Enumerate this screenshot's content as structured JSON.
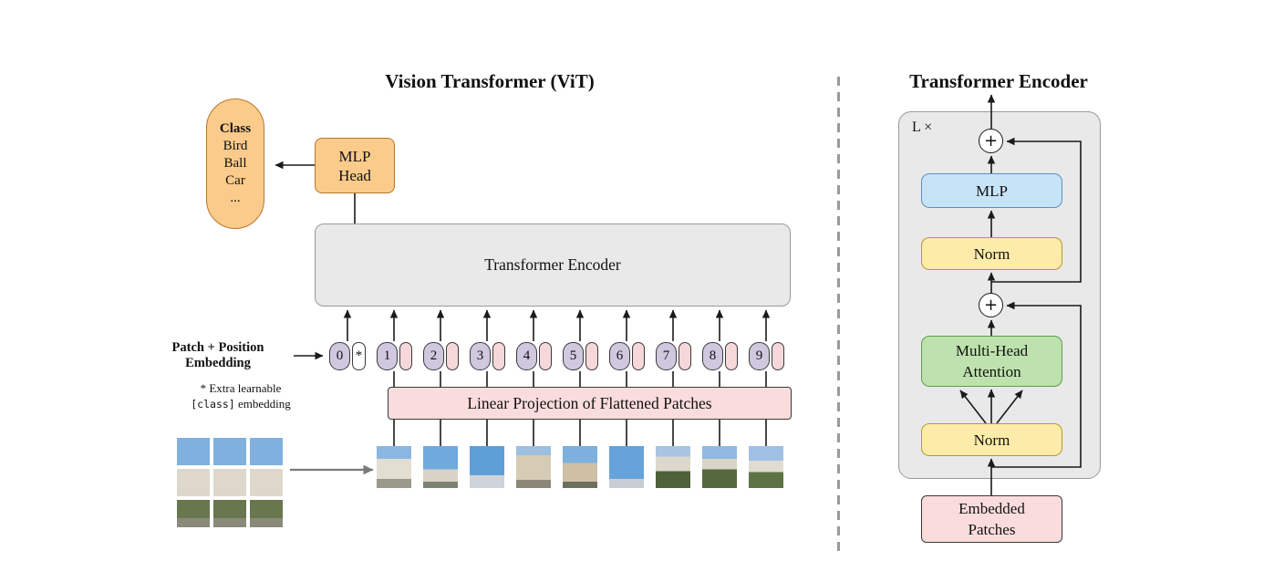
{
  "colors": {
    "orange_fill": "#FBCB8B",
    "orange_border": "#B8762B",
    "gray_fill": "#E9E9EA",
    "gray_border": "#9A9A9A",
    "pink_fill": "#FBDCDC",
    "token_purple_fill": "#CFC8DF",
    "token_pink_fill": "#F6D8DA",
    "blue_fill": "#C7E3F8",
    "yellow_fill": "#FDEBA9",
    "green_fill": "#BEE2AE",
    "line_color": "#1A1A1A",
    "gray_arrow_color": "#7A7A7A"
  },
  "vit": {
    "title": "Vision Transformer (ViT)",
    "class_pill": {
      "heading": "Class",
      "items": [
        "Bird",
        "Ball",
        "Car",
        "..."
      ]
    },
    "mlp_head": {
      "line1": "MLP",
      "line2": "Head"
    },
    "encoder_label": "Transformer Encoder",
    "patch_position_label": {
      "line1": "Patch + Position",
      "line2": "Embedding"
    },
    "footnote": {
      "line1": "* Extra learnable",
      "code": "[class]",
      "rest": " embedding"
    },
    "linear_projection_label": "Linear Projection of Flattened Patches",
    "class_token": {
      "number": "0",
      "star": "*"
    },
    "tokens": [
      "1",
      "2",
      "3",
      "4",
      "5",
      "6",
      "7",
      "8",
      "9"
    ]
  },
  "encoder": {
    "title": "Transformer Encoder",
    "loop_label": "L ×",
    "plus": "+",
    "mlp_label": "MLP",
    "norm_top_label": "Norm",
    "mha_label": {
      "line1": "Multi-Head",
      "line2": "Attention"
    },
    "norm_bottom_label": "Norm",
    "embedded_patches": {
      "line1": "Embedded",
      "line2": "Patches"
    }
  }
}
